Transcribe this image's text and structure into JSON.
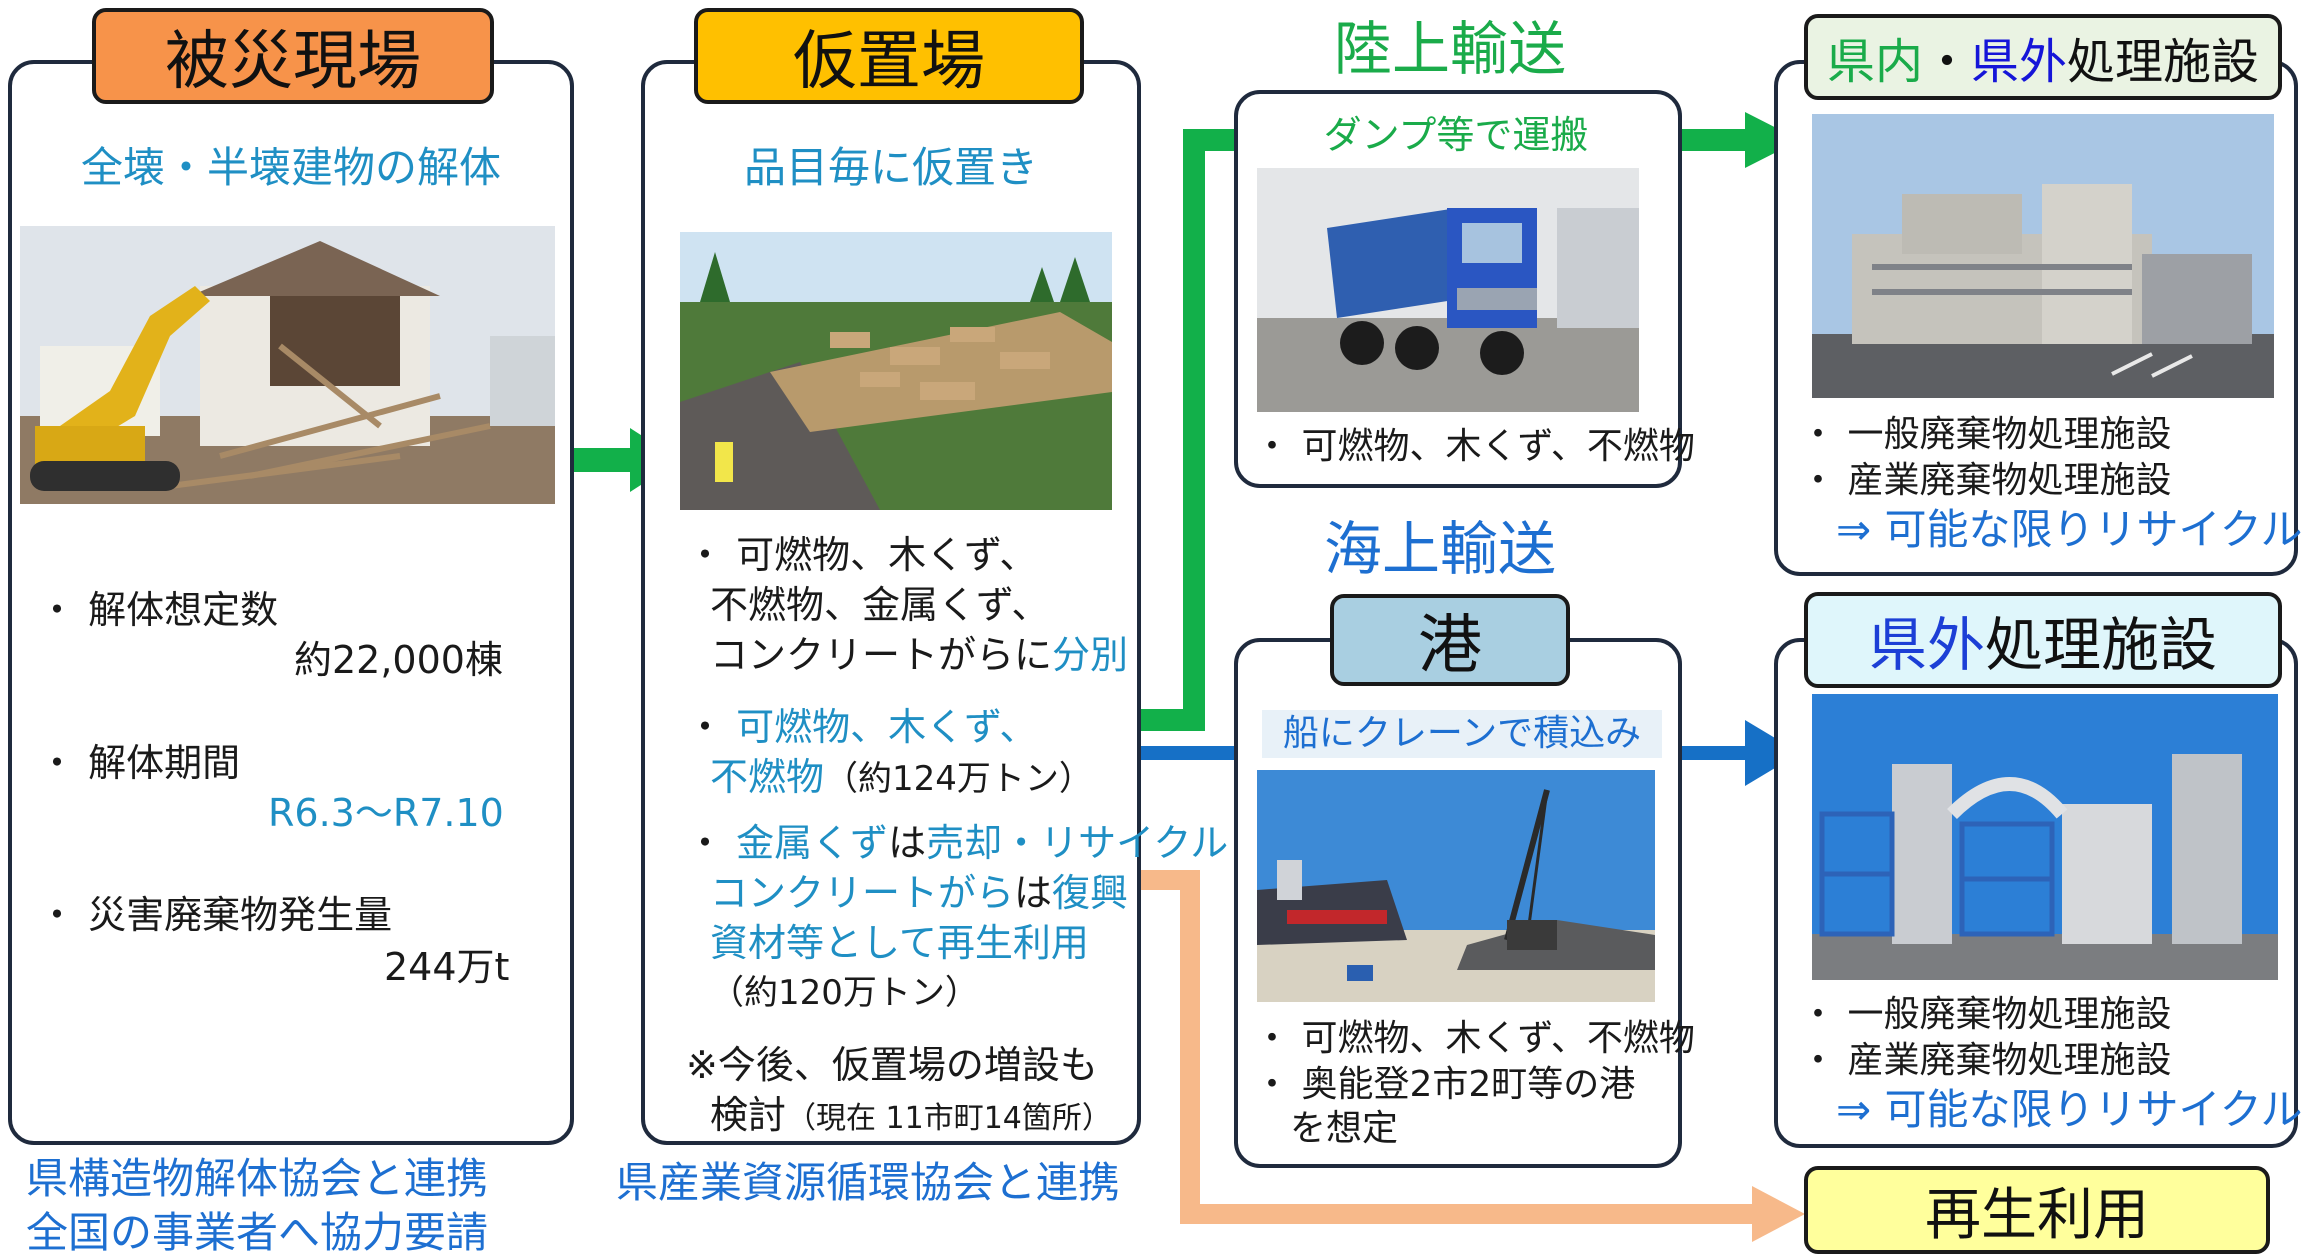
{
  "disaster_site": {
    "title": "被災現場",
    "subtitle": "全壊・半壊建物の解体",
    "items": [
      {
        "label": "・ 解体想定数",
        "value": "約22,000棟"
      },
      {
        "label": "・ 解体期間",
        "value": "R6.3～R7.10"
      },
      {
        "label": "・ 災害廃棄物発生量",
        "value": "244万t"
      }
    ],
    "footer_line1": "県構造物解体協会と連携",
    "footer_line2": "全国の事業者へ協力要請"
  },
  "temp_site": {
    "title": "仮置場",
    "subtitle": "品目毎に仮置き",
    "b1_l1": "・ 可燃物、木くず、",
    "b1_l2": "不燃物、金属くず、",
    "b1_l3a": "コンクリートがらに",
    "b1_l3b": "分別",
    "b2_l1a": "・ ",
    "b2_l1b": "可燃物、木くず、",
    "b2_l2a": "不燃物",
    "b2_l2b": "（約124万トン）",
    "b3_l1a": "・ ",
    "b3_l1b": "金属くず",
    "b3_l1c": "は",
    "b3_l1d": "売却・リサイクル",
    "b3_l2a": "コンクリートがら",
    "b3_l2b": "は",
    "b3_l2c": "復興",
    "b3_l3": "資材等として再生利用",
    "b3_l4": "（約120万トン）",
    "note_l1": "※今後、仮置場の増設も",
    "note_l2a": "検討",
    "note_l2b": "（現在 11市町14箇所）",
    "footer": "県産業資源循環協会と連携"
  },
  "land": {
    "heading": "陸上輸送",
    "label": "ダンプ等で運搬",
    "item": "・ 可燃物、木くず、不燃物"
  },
  "sea": {
    "heading": "海上輸送",
    "port_tag": "港",
    "label": "船にクレーンで積込み",
    "item1": "・ 可燃物、木くず、不燃物",
    "item2a": "・ 奥能登2市2町等の港",
    "item2b": "を想定"
  },
  "facility_in": {
    "title_a": "県内",
    "title_b": "・",
    "title_c": "県外",
    "title_d": "処理施設",
    "item1": "・ 一般廃棄物処理施設",
    "item2": "・ 産業廃棄物処理施設",
    "recycle": "⇒ 可能な限りリサイクル"
  },
  "facility_out": {
    "title_a": "県外",
    "title_b": " 処理施設",
    "item1": "・ 一般廃棄物処理施設",
    "item2": "・ 産業廃棄物処理施設",
    "recycle": "⇒ 可能な限りリサイクル"
  },
  "reuse": {
    "title": "再生利用"
  },
  "colors": {
    "land_arrow": "#12b04a",
    "sea_arrow": "#1670c6",
    "reuse_arrow": "#f7b98a",
    "tag_orange": "#f7934a",
    "tag_yellow": "#ffc000",
    "tag_lightgreen": "#eaf3e3",
    "tag_lightblue": "#a9cfe1",
    "tag_cyan": "#dff6fb",
    "tag_paleyellow": "#ffff9c"
  }
}
